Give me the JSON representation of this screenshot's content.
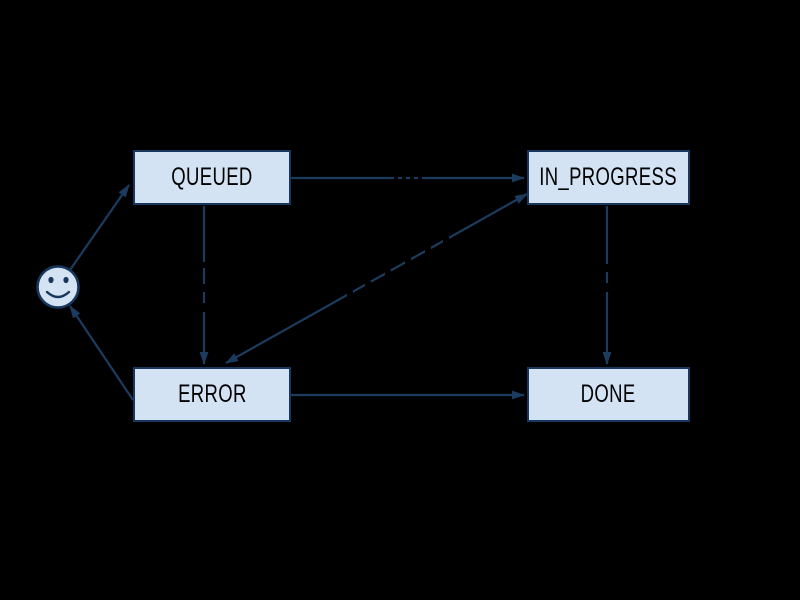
{
  "background_color": "#000000",
  "colors": {
    "node_fill": "#d3e3f3",
    "node_border": "#17375d",
    "node_text": "#000000",
    "edge_line": "#1b3c5f",
    "hidden_label_text": "#000000"
  },
  "diagram": {
    "type": "state-machine",
    "nodes": [
      {
        "id": "queued",
        "label": "QUEUED"
      },
      {
        "id": "in_progress",
        "label": "IN_PROGRESS"
      },
      {
        "id": "error",
        "label": "ERROR"
      },
      {
        "id": "done",
        "label": "DONE"
      },
      {
        "id": "start",
        "label": "",
        "icon": "smiley-face-icon"
      }
    ],
    "edges": [
      {
        "from": "start",
        "to": "queued",
        "hidden_label": false
      },
      {
        "from": "queued",
        "to": "in_progress",
        "hidden_label": true
      },
      {
        "from": "queued",
        "to": "error",
        "hidden_label": true
      },
      {
        "from": "in_progress",
        "to": "error",
        "bidirectional": true,
        "hidden_label": true
      },
      {
        "from": "in_progress",
        "to": "done",
        "hidden_label": true
      },
      {
        "from": "error",
        "to": "done",
        "hidden_label": false
      },
      {
        "from": "error",
        "to": "start",
        "hidden_label": false
      }
    ]
  }
}
